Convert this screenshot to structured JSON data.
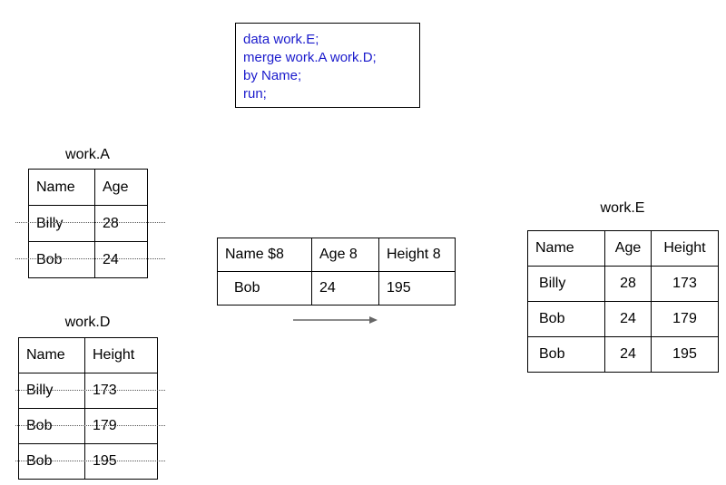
{
  "code": {
    "lines": [
      "data work.E;",
      "merge work.A work.D;",
      "by Name;",
      "run;"
    ]
  },
  "table_a": {
    "title": "work.A",
    "headers": [
      "Name",
      "Age"
    ],
    "rows": [
      [
        "Billy",
        "28"
      ],
      [
        "Bob",
        "24"
      ]
    ]
  },
  "table_d": {
    "title": "work.D",
    "headers": [
      "Name",
      "Height"
    ],
    "rows": [
      [
        "Billy",
        "173"
      ],
      [
        "Bob",
        "179"
      ],
      [
        "Bob",
        "195"
      ]
    ]
  },
  "pdv": {
    "headers": [
      "Name $8",
      "Age 8",
      "Height 8"
    ],
    "row": [
      "Bob",
      "24",
      "195"
    ]
  },
  "table_e": {
    "title": "work.E",
    "headers": [
      "Name",
      "Age",
      "Height"
    ],
    "rows": [
      [
        "Billy",
        "28",
        "173"
      ],
      [
        "Bob",
        "24",
        "179"
      ],
      [
        "Bob",
        "24",
        "195"
      ]
    ]
  }
}
